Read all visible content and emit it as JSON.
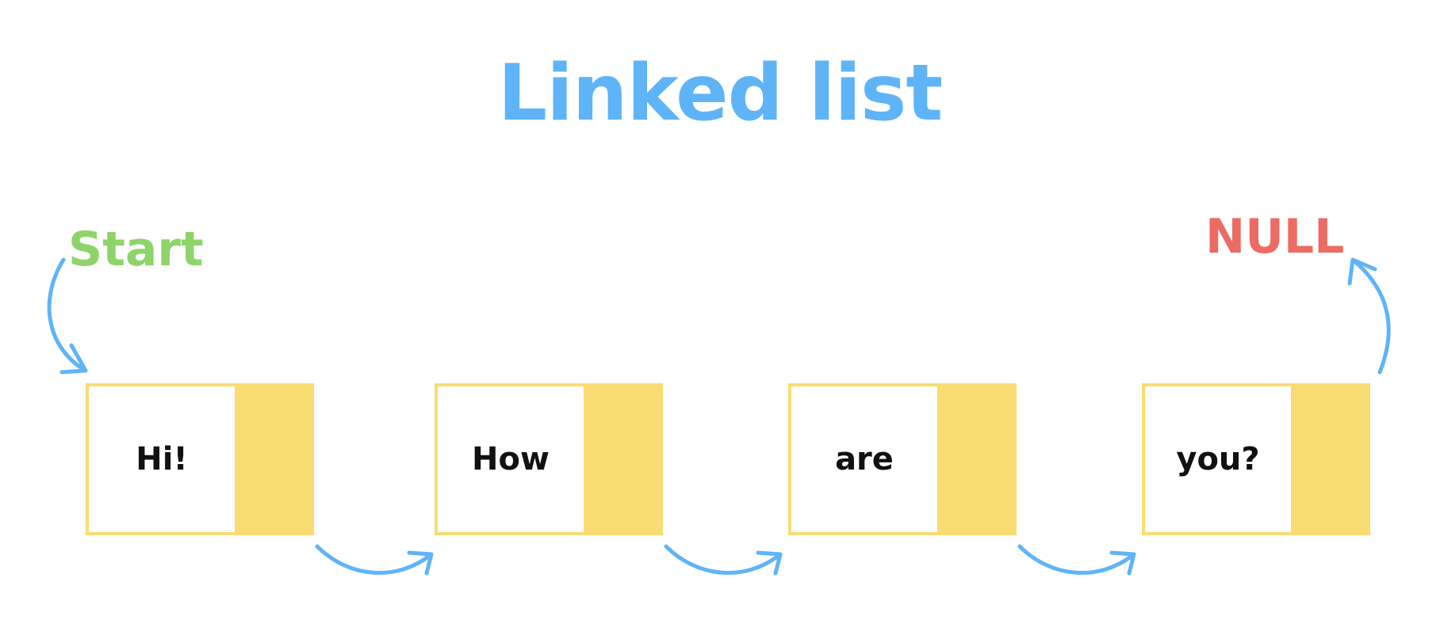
{
  "title": "Linked list",
  "start_label": "Start",
  "null_label": "NULL",
  "nodes": [
    {
      "value": "Hi!"
    },
    {
      "value": "How"
    },
    {
      "value": "are"
    },
    {
      "value": "you?"
    }
  ],
  "colors": {
    "title": "#5fb4f7",
    "start": "#8ed46a",
    "null": "#ec6b63",
    "node_border": "#f9dc72",
    "pointer_fill": "#f9dc72",
    "arrow": "#5fb4f7"
  }
}
